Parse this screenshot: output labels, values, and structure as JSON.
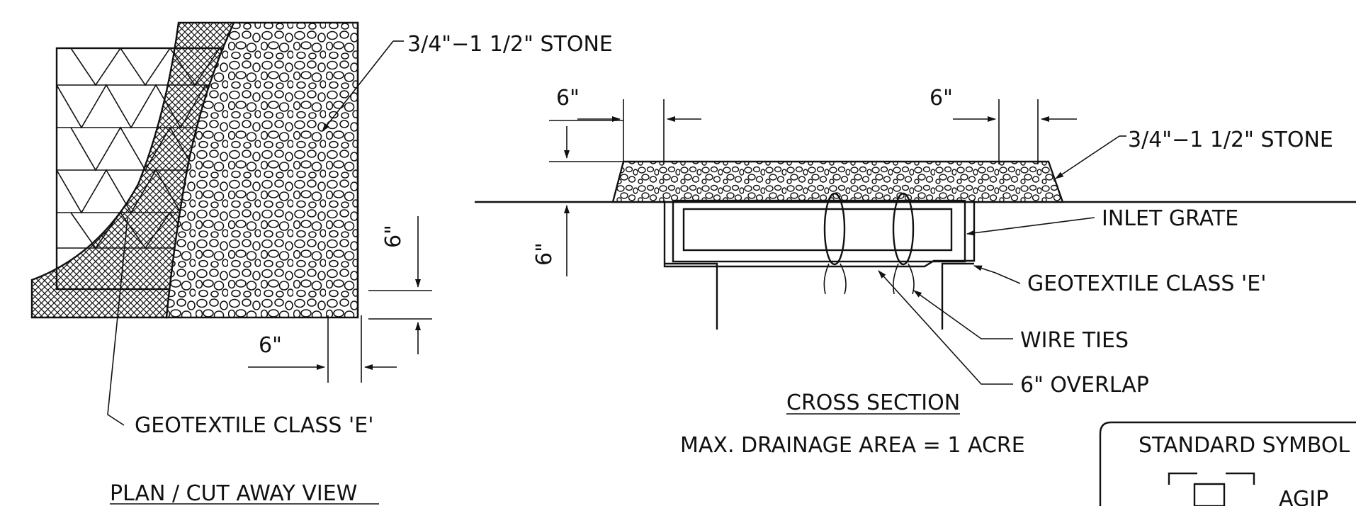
{
  "labels": {
    "stone_top": "3/4\"−1 1/2\" STONE",
    "stone_right": "3/4\"−1 1/2\" STONE",
    "dim_6_a": "6\"",
    "dim_6_b": "6\"",
    "dim_6_vertical_left": "6\"",
    "dim_6_vertical_plan": "6\"",
    "dim_6_plan_bottom": "6\"",
    "inlet_grate": "INLET GRATE",
    "geotextile_xsec": "GEOTEXTILE CLASS 'E'",
    "wire_ties": "WIRE TIES",
    "overlap": "6\" OVERLAP",
    "geotextile_plan": "GEOTEXTILE CLASS 'E'",
    "cross_section_title": "CROSS SECTION",
    "max_drainage": "MAX. DRAINAGE AREA = 1   ACRE",
    "plan_title": "PLAN / CUT AWAY VIEW",
    "standard_symbol": "STANDARD SYMBOL",
    "symbol_code": "AGIP"
  },
  "icons": {
    "stone_fill": "stone-pattern",
    "geotextile_fill": "crosshatch-pattern",
    "grate_panel": "diamond-lattice"
  }
}
